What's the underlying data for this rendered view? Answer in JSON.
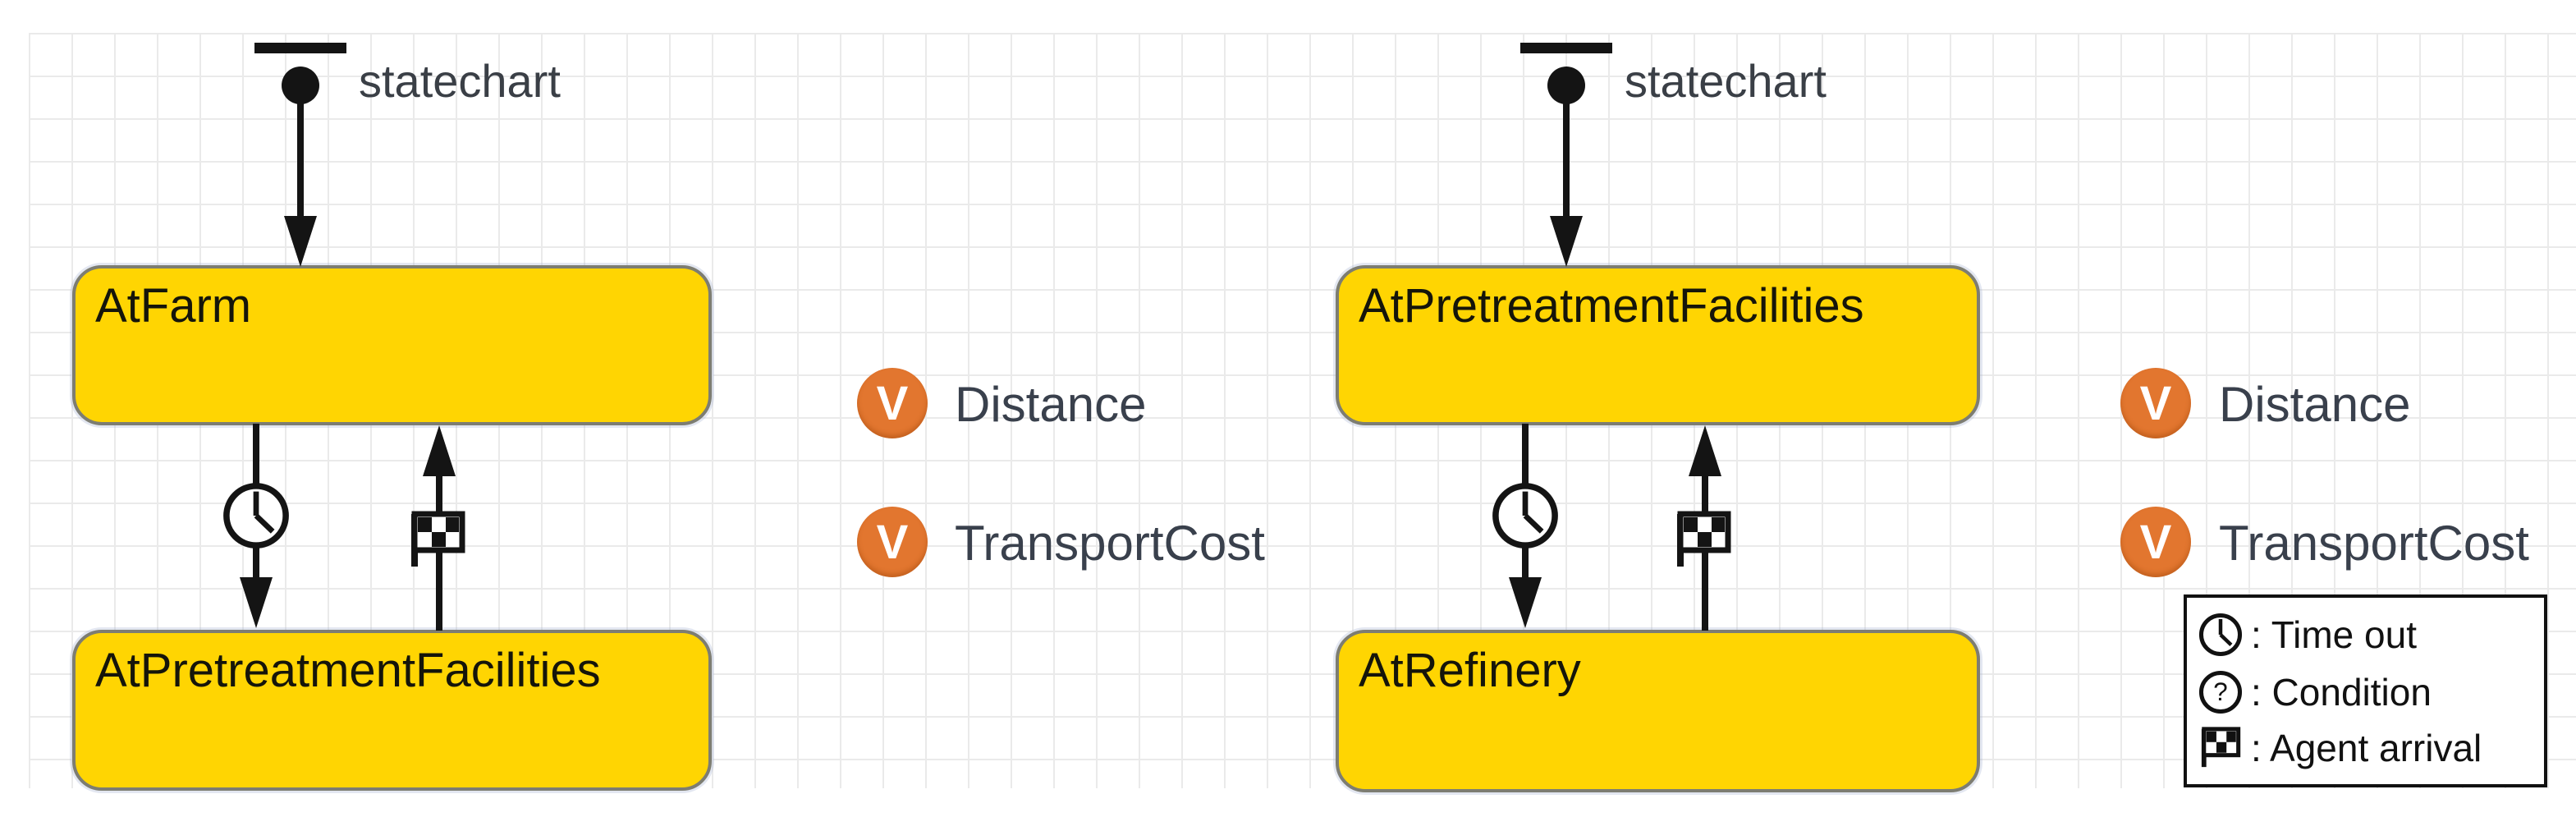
{
  "colors": {
    "canvas_bg": "#FFFFFF",
    "grid_line": "#EAEAEA",
    "state_fill": "#FFD502",
    "state_border": "#7D7D72",
    "state_label_text": "#15150A",
    "transition_line": "#141414",
    "statechart_label_text": "#3A3F46",
    "variable_badge": "#E2762F",
    "variable_label_text": "#39404C",
    "legend_text": "#111111"
  },
  "badge_glyph": "V",
  "statecharts": [
    {
      "entry_label": "statechart",
      "states": [
        {
          "name": "AtFarm"
        },
        {
          "name": "AtPretreatmentFacilities"
        }
      ],
      "transitions": [
        {
          "type": "timeout",
          "icon": "clock-icon"
        },
        {
          "type": "agent-arrival",
          "icon": "agent-arrival-flag-icon"
        }
      ],
      "variables": [
        {
          "name": "Distance",
          "icon": "variable-icon"
        },
        {
          "name": "TransportCost",
          "icon": "variable-icon"
        }
      ]
    },
    {
      "entry_label": "statechart",
      "states": [
        {
          "name": "AtPretreatmentFacilities"
        },
        {
          "name": "AtRefinery"
        }
      ],
      "transitions": [
        {
          "type": "timeout",
          "icon": "clock-icon"
        },
        {
          "type": "agent-arrival",
          "icon": "agent-arrival-flag-icon"
        }
      ],
      "variables": [
        {
          "name": "Distance",
          "icon": "variable-icon"
        },
        {
          "name": "TransportCost",
          "icon": "variable-icon"
        }
      ]
    }
  ],
  "legend": {
    "question_glyph": "?",
    "items": [
      {
        "icon": "clock-icon",
        "text": ": Time out"
      },
      {
        "icon": "question-icon",
        "text": ": Condition"
      },
      {
        "icon": "agent-arrival-flag-icon",
        "text": ": Agent arrival"
      }
    ]
  }
}
